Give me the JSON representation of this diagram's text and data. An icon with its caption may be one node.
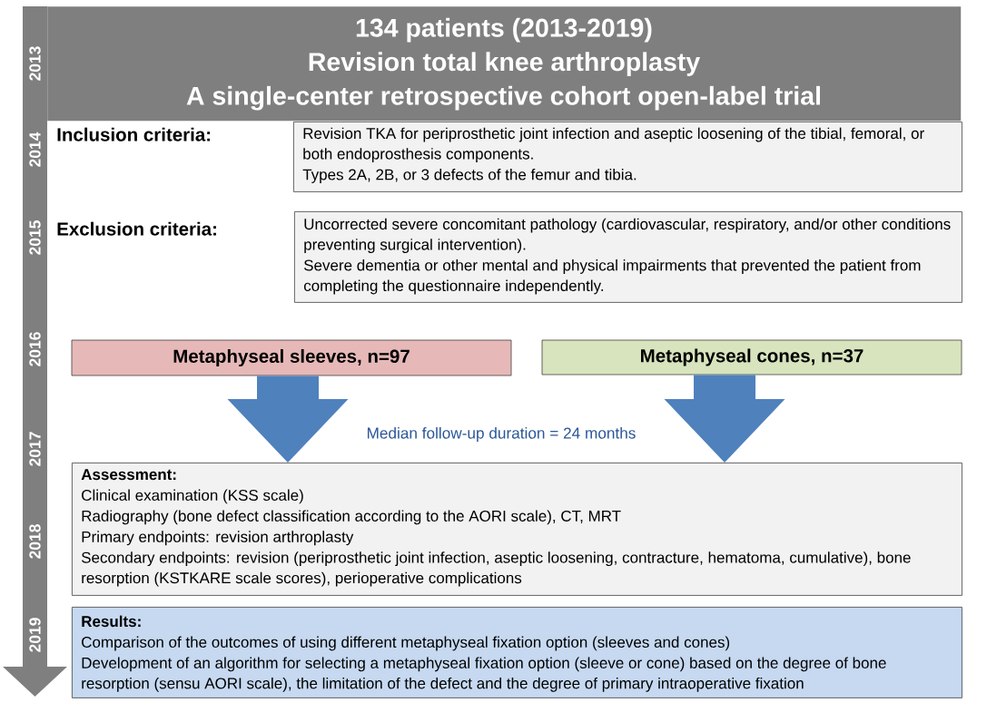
{
  "diagram": {
    "nodes": [
      {
        "text": [
          "134 patients (2013-2019)",
          "Revision total knee arthroplasty",
          "A single-center retrospective cohort open-label trial"
        ]
      },
      {
        "text": [
          "Revision TKA for periprosthetic joint infection and aseptic loosening of the tibial, femoral, or both endoprosthesis components.",
          "Types 2A, 2B, or 3 defects of the femur and tibia."
        ]
      },
      {
        "text": [
          "Uncorrected severe concomitant pathology (cardiovascular, respiratory, and/or other conditions preventing surgical intervention).",
          "Severe dementia or other mental and physical impairments that prevented the patient from completing the questionnaire independently."
        ]
      },
      {
        "text": [
          "Metaphyseal sleeves, n=97"
        ]
      },
      {
        "text": [
          "Metaphyseal cones, n=37"
        ]
      },
      {
        "text": [
          "Assessment:",
          "Clinical examination (KSS scale)",
          "Radiography (bone defect classification according to the AORI scale), CT, MRT",
          "Primary endpoints: revision arthroplasty",
          "Secondary endpoints: revision (periprosthetic joint infection, aseptic loosening, contracture, hematoma, cumulative), bone resorption (KSTKARE scale scores), perioperative complications"
        ]
      },
      {
        "text": [
          "Results:",
          "Comparison of the outcomes of using different metaphyseal fixation option (sleeves and cones)",
          "Development of an algorithm for selecting a metaphyseal fixation option (sleeve or cone) based on the degree of bone resorption (sensu AORI scale), the limitation of the defect and the degree of primary intraoperative fixation"
        ]
      }
    ],
    "edges": [
      {
        "from": 3,
        "to": 5,
        "arrow": "to"
      },
      {
        "from": 4,
        "to": 5,
        "arrow": "to"
      }
    ],
    "labels": [
      "2013",
      "2014",
      "Inclusion criteria:",
      "2015",
      "Exclusion criteria:",
      "2016",
      "Median follow-up duration = 24 months",
      "2017",
      "2018",
      "2019"
    ]
  }
}
